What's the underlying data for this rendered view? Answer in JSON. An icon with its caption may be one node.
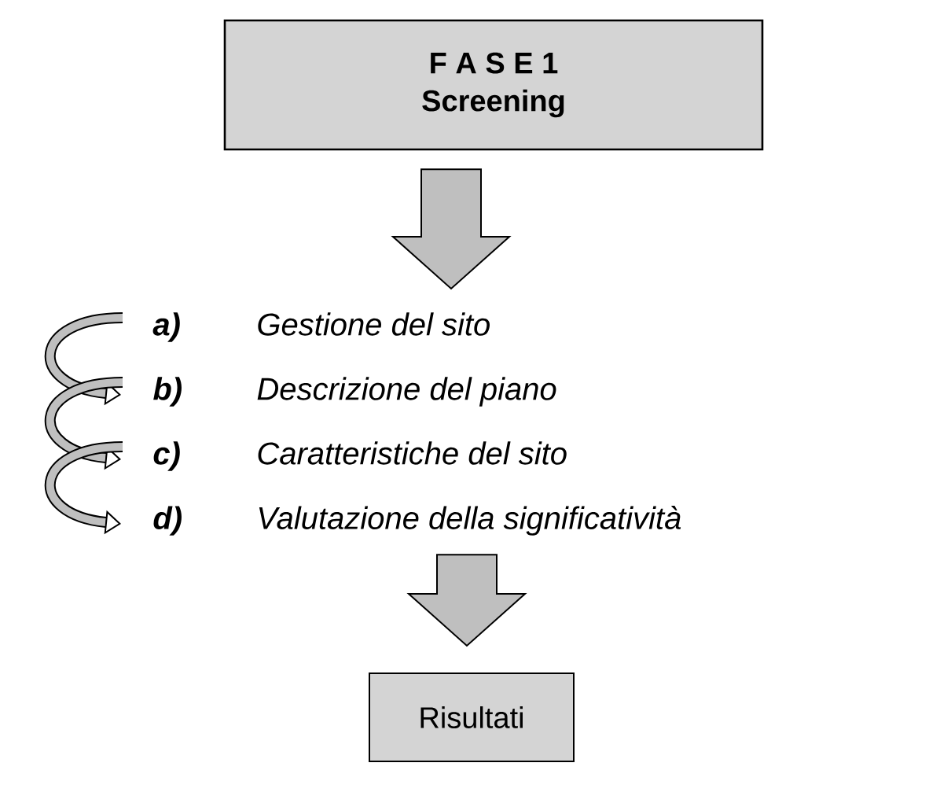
{
  "diagram": {
    "nodes": [
      {
        "text": [
          "F A S E 1",
          "Screening"
        ]
      },
      {
        "text": [
          "a)",
          "Gestione del sito"
        ]
      },
      {
        "text": [
          "b)",
          "Descrizione del piano"
        ]
      },
      {
        "text": [
          "c)",
          "Caratteristiche del sito"
        ]
      },
      {
        "text": [
          "d)",
          "Valutazione della significatività"
        ]
      },
      {
        "text": [
          "Risultati"
        ]
      }
    ],
    "edges": [
      {
        "from": 0,
        "to": 1,
        "arrow": "to"
      },
      {
        "from": 1,
        "to": 2,
        "arrow": "to"
      },
      {
        "from": 2,
        "to": 3,
        "arrow": "to"
      },
      {
        "from": 3,
        "to": 4,
        "arrow": "to"
      },
      {
        "from": 4,
        "to": 5,
        "arrow": "to"
      }
    ]
  }
}
